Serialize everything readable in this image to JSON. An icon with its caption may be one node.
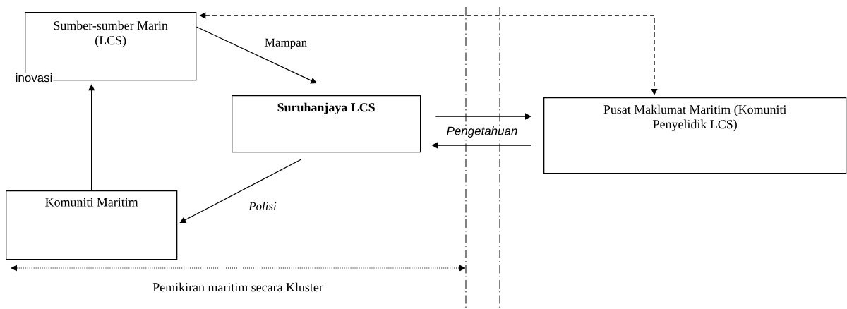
{
  "diagram": {
    "nodes": [
      {
        "text": [
          "Sumber-sumber Marin (LCS)"
        ]
      },
      {
        "text": [
          "Suruhanjaya LCS"
        ]
      },
      {
        "text": [
          "Pusat Maklumat Maritim (Komuniti Penyelidik LCS)"
        ]
      },
      {
        "text": [
          "Komuniti Maritim"
        ]
      }
    ],
    "edges": [
      {
        "from": 0,
        "to": 1,
        "arrow": "to",
        "label": "Mampan"
      },
      {
        "from": 3,
        "to": 0,
        "arrow": "to",
        "label": "inovasi"
      },
      {
        "from": 1,
        "to": 3,
        "arrow": "to",
        "label": "Polisi"
      },
      {
        "from": 1,
        "to": 2,
        "arrow": "to",
        "label": "Pengetahuan"
      },
      {
        "from": 2,
        "to": 1,
        "arrow": "to"
      },
      {
        "from": 0,
        "to": 2,
        "arrow": "both",
        "style": "dashed"
      }
    ],
    "labels": [
      "Pemikiran maritim secara Kluster"
    ]
  }
}
